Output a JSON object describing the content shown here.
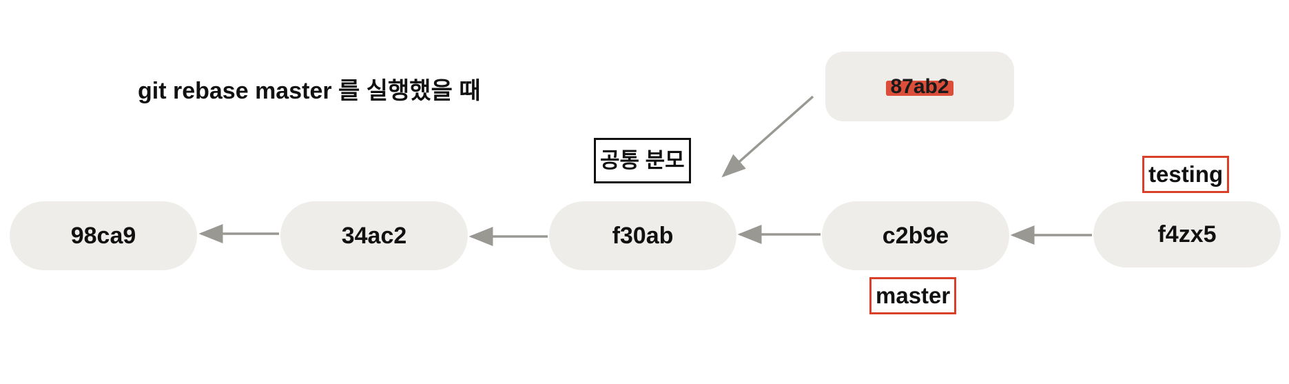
{
  "title": "git rebase master 를 실행했을 때",
  "commits": [
    {
      "id": "98ca9"
    },
    {
      "id": "34ac2"
    },
    {
      "id": "f30ab"
    },
    {
      "id": "c2b9e"
    },
    {
      "id": "f4zx5"
    }
  ],
  "removed_commit": {
    "id": "87ab2",
    "status": "struck-out"
  },
  "branches": {
    "master": "master",
    "testing": "testing"
  },
  "annotations": {
    "common_ancestor": "공통 분모"
  },
  "colors": {
    "node_fill": "#eeede9",
    "arrow": "#9a9893",
    "branch_border": "#d8402a",
    "strike": "#d8402a"
  }
}
